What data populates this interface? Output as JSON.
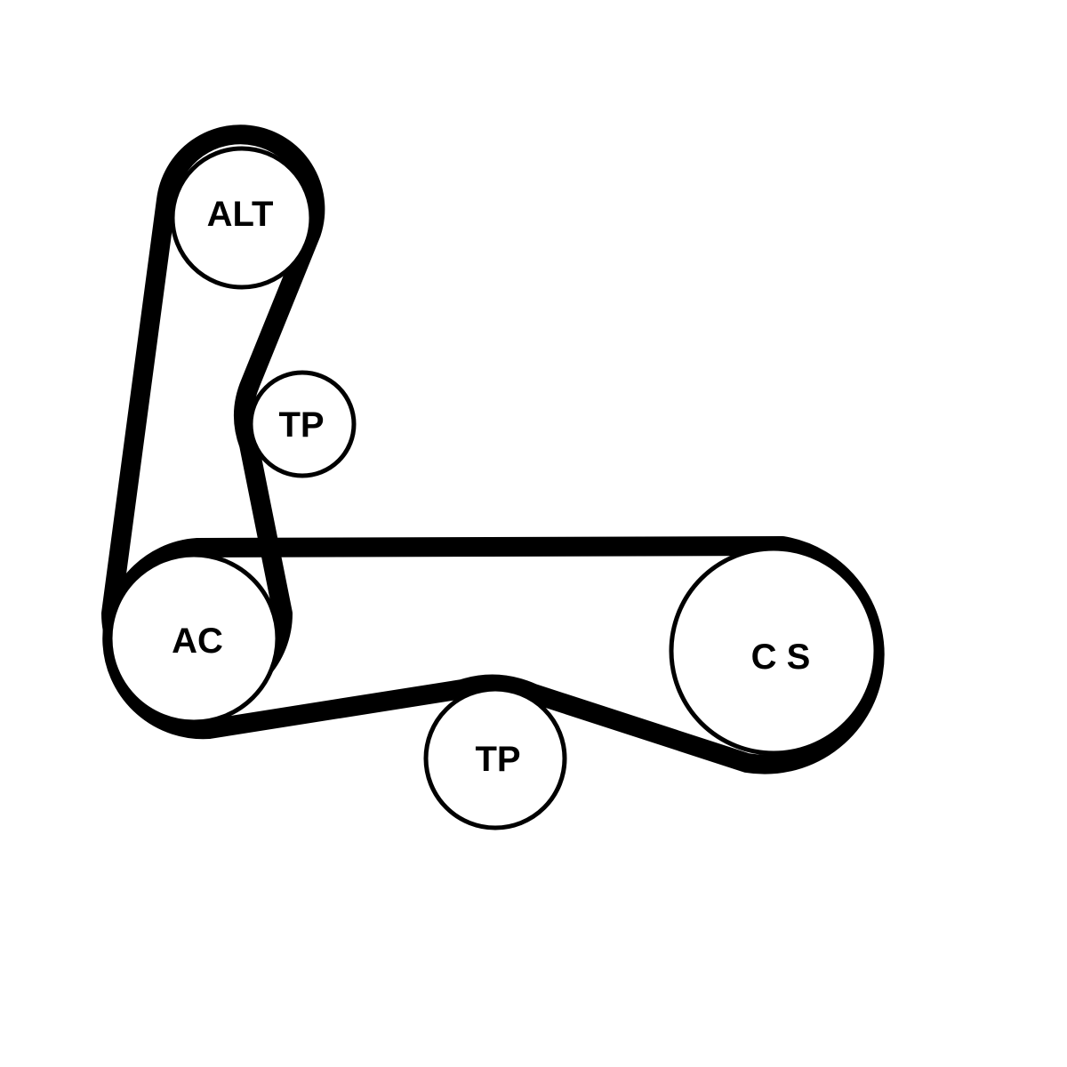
{
  "colors": {
    "belt": "#000000",
    "pulley_outline": "#000000",
    "background": "#ffffff"
  },
  "pulleys": [
    {
      "id": "alt",
      "label": "ALT"
    },
    {
      "id": "tp-upper",
      "label": "TP"
    },
    {
      "id": "ac",
      "label": "AC"
    },
    {
      "id": "cs",
      "label": "C S"
    },
    {
      "id": "tp-lower",
      "label": "TP"
    }
  ]
}
